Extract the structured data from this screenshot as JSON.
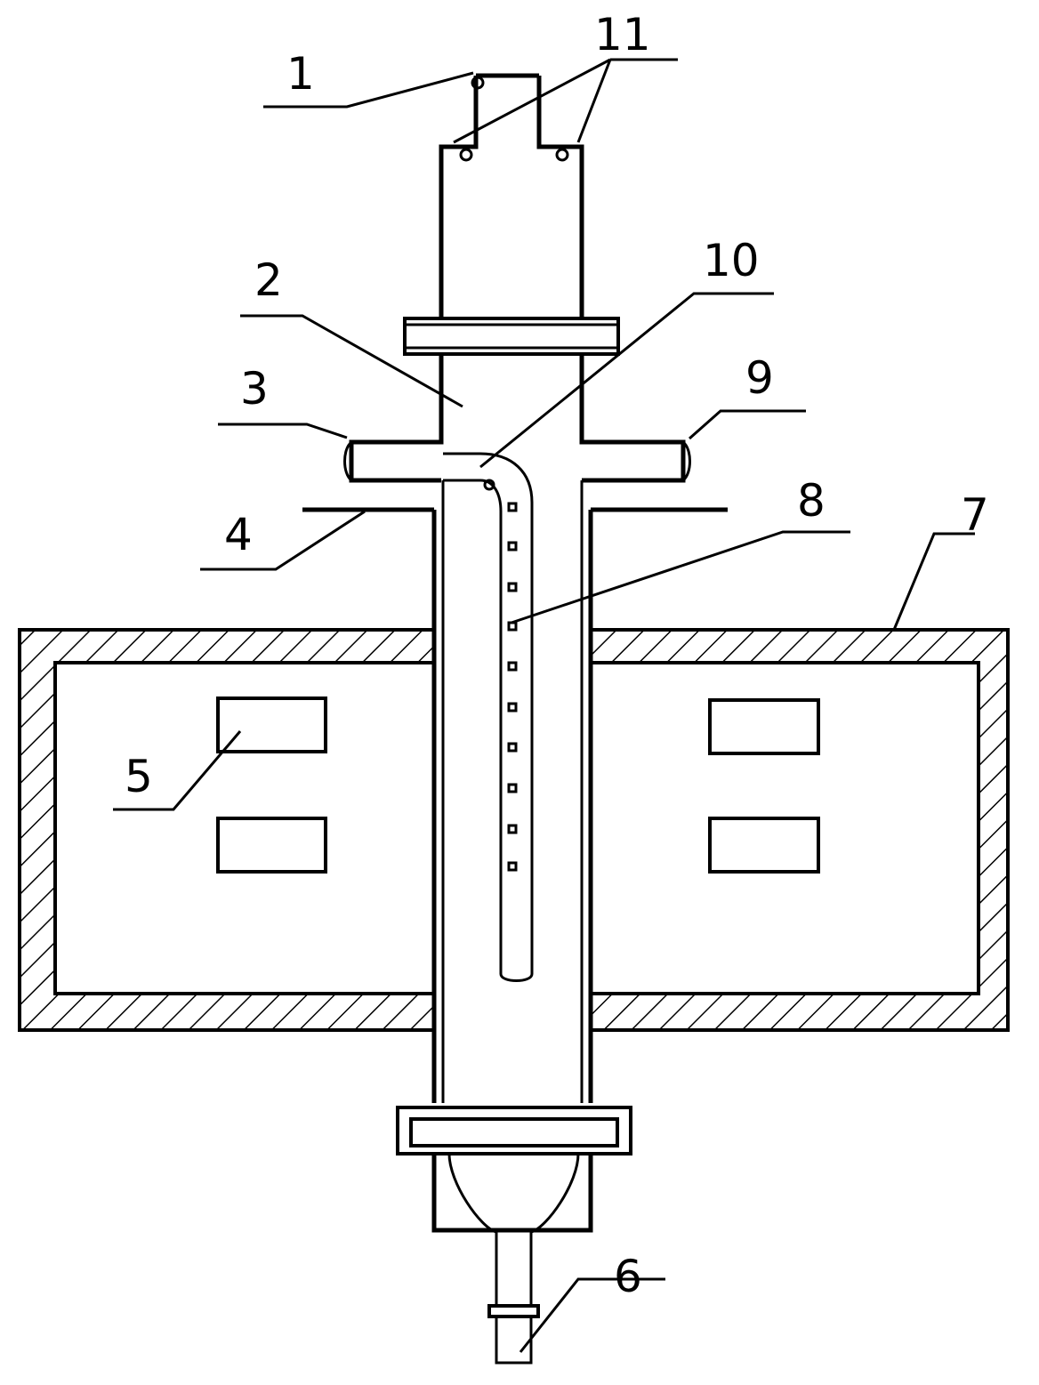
{
  "diagram": {
    "labels": [
      {
        "id": "1",
        "text": "1"
      },
      {
        "id": "2",
        "text": "2"
      },
      {
        "id": "3",
        "text": "3"
      },
      {
        "id": "4",
        "text": "4"
      },
      {
        "id": "5",
        "text": "5"
      },
      {
        "id": "6",
        "text": "6"
      },
      {
        "id": "7",
        "text": "7"
      },
      {
        "id": "8",
        "text": "8"
      },
      {
        "id": "9",
        "text": "9"
      },
      {
        "id": "10",
        "text": "10"
      },
      {
        "id": "11",
        "text": "11"
      }
    ],
    "colors": {
      "line": "#000000",
      "background": "#ffffff"
    }
  }
}
